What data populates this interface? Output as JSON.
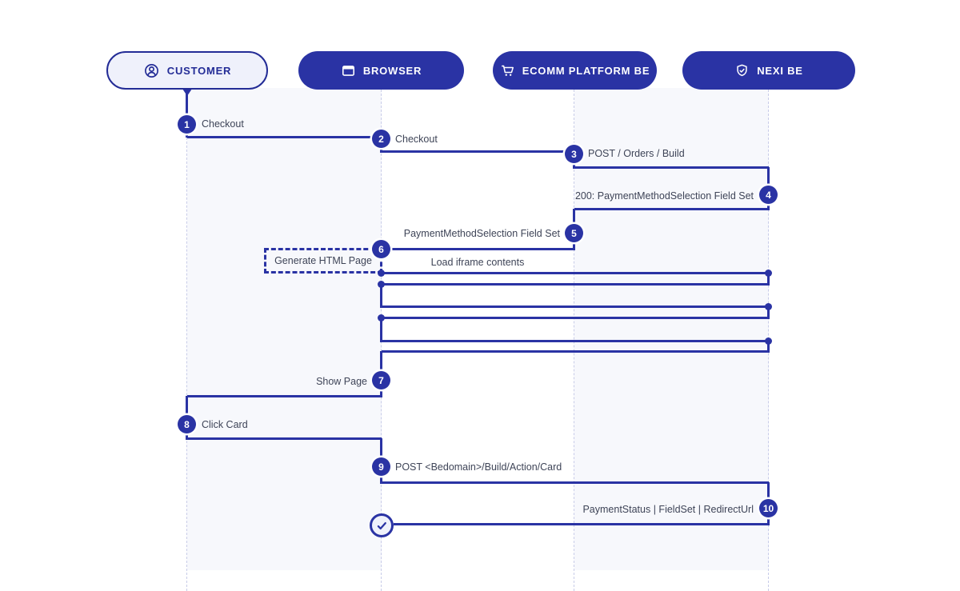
{
  "diagram": {
    "actors": [
      {
        "id": "customer",
        "label": "CUSTOMER",
        "icon": "user-icon"
      },
      {
        "id": "browser",
        "label": "BROWSER",
        "icon": "browser-window-icon"
      },
      {
        "id": "ecomm",
        "label": "ECOMM PLATFORM BE",
        "icon": "shopping-cart-icon"
      },
      {
        "id": "nexi",
        "label": "NEXI BE",
        "icon": "shield-check-icon"
      }
    ],
    "steps": [
      {
        "n": "1",
        "label": "Checkout"
      },
      {
        "n": "2",
        "label": "Checkout"
      },
      {
        "n": "3",
        "label": "POST / Orders / Build"
      },
      {
        "n": "4",
        "label": "200: PaymentMethodSelection Field Set"
      },
      {
        "n": "5",
        "label": "PaymentMethodSelection Field Set"
      },
      {
        "n": "6",
        "label": "Generate HTML Page"
      },
      {
        "n": "7",
        "label": "Show Page"
      },
      {
        "n": "8",
        "label": "Click Card"
      },
      {
        "n": "9",
        "label": "POST <Bedomain>/Build/Action/Card"
      },
      {
        "n": "10",
        "label": "PaymentStatus | FieldSet | RedirectUrl"
      }
    ],
    "notes": {
      "load_iframe_contents": "Load iframe contents"
    },
    "colors": {
      "accent": "#2A33A4",
      "accent_dark": "#232C96",
      "label_text": "#3E4457",
      "lifeline_dash": "#C8CCE8",
      "panel_tint": "#F7F8FC",
      "light_fill": "#EFF1FB"
    }
  }
}
